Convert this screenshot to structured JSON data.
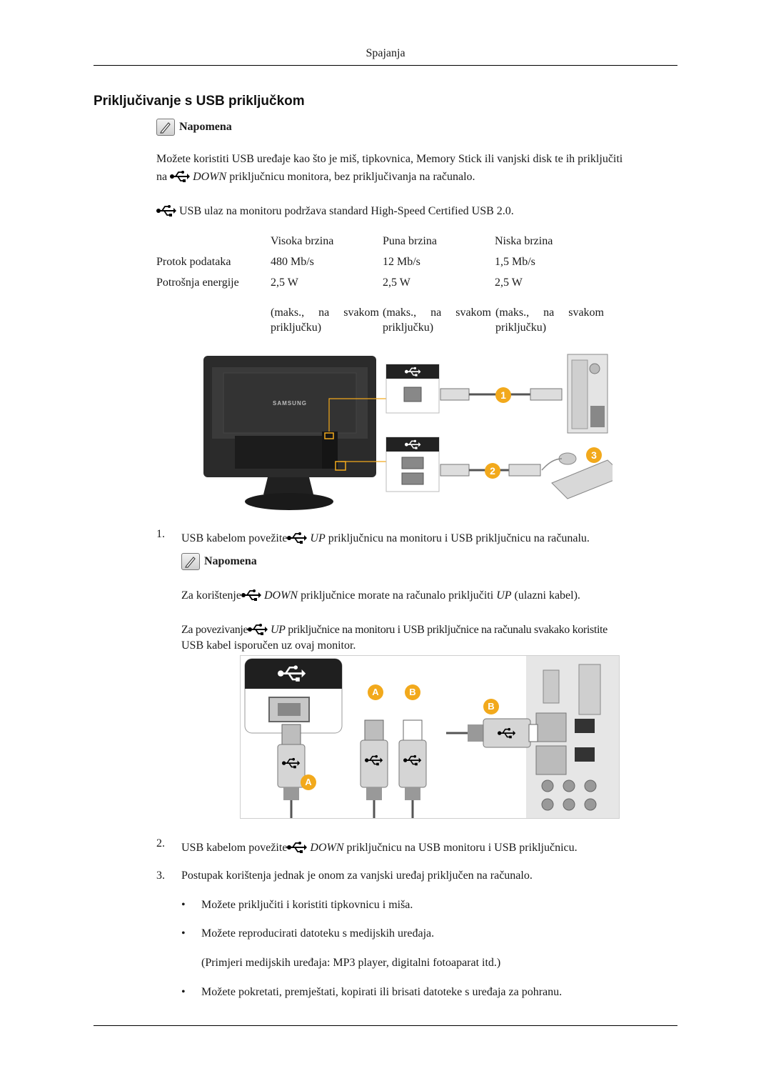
{
  "header": {
    "title": "Spajanja"
  },
  "section_title": "Priključivanje s USB priključkom",
  "note_label": "Napomena",
  "intro": {
    "line1": "Možete koristiti USB uređaje kao što je miš, tipkovnica, Memory Stick ili vanjski disk te ih priključiti",
    "line2_pre": "na",
    "line2_down": "DOWN",
    "line2_post": "priključnicu monitora, bez priključivanja na računalo.",
    "support": "USB ulaz na monitoru podržava standard High-Speed Certified USB 2.0."
  },
  "spec_table": {
    "headers": [
      "",
      "Visoka brzina",
      "Puna brzina",
      "Niska brzina"
    ],
    "rows": [
      [
        "Protok podataka",
        "480 Mb/s",
        "12 Mb/s",
        "1,5 Mb/s"
      ],
      [
        "Potrošnja energije",
        "2,5 W",
        "2,5 W",
        "2,5 W"
      ]
    ],
    "footnote_line1": "(maks., na svakom",
    "footnote_line2": "priključku)"
  },
  "figure1": {
    "brand": "SAMSUNG",
    "callouts": [
      "1",
      "2",
      "3"
    ]
  },
  "steps": [
    {
      "num": "1.",
      "pre": "USB kabelom povežite",
      "port": "UP",
      "post": "priključnicu na monitoru i USB priključnicu na računalu."
    },
    {
      "num": "2.",
      "pre": "USB kabelom povežite",
      "port": "DOWN",
      "post": "priključnicu na USB monitoru i USB priključnicu."
    },
    {
      "num": "3.",
      "text": "Postupak korištenja jednak je onom za vanjski uređaj priključen na računalo."
    }
  ],
  "note2": {
    "l1_pre": "Za korištenje",
    "l1_down": "DOWN",
    "l1_mid": "priključnice morate na računalo priključiti",
    "l1_up": "UP",
    "l1_post": "(ulazni kabel).",
    "l2_pre": "Za povezivanje",
    "l2_up": "UP",
    "l2_post": "priključnice na monitoru i USB priključnice na računalu svakako koristite",
    "l3": "USB kabel isporučen uz ovaj monitor."
  },
  "figure2": {
    "labels": [
      "A",
      "B",
      "B",
      "A"
    ]
  },
  "bullets": [
    "Možete priključiti i koristiti tipkovnicu i miša.",
    "Možete reproducirati datoteku s medijskih uređaja.",
    "Možete pokretati, premještati, kopirati ili brisati datoteke s uređaja za pohranu."
  ],
  "bullet_sub": "(Primjeri medijskih uređaja: MP3 player, digitalni fotoaparat itd.)",
  "colors": {
    "callout": "#f2a91c",
    "port_badge": "#222222"
  }
}
